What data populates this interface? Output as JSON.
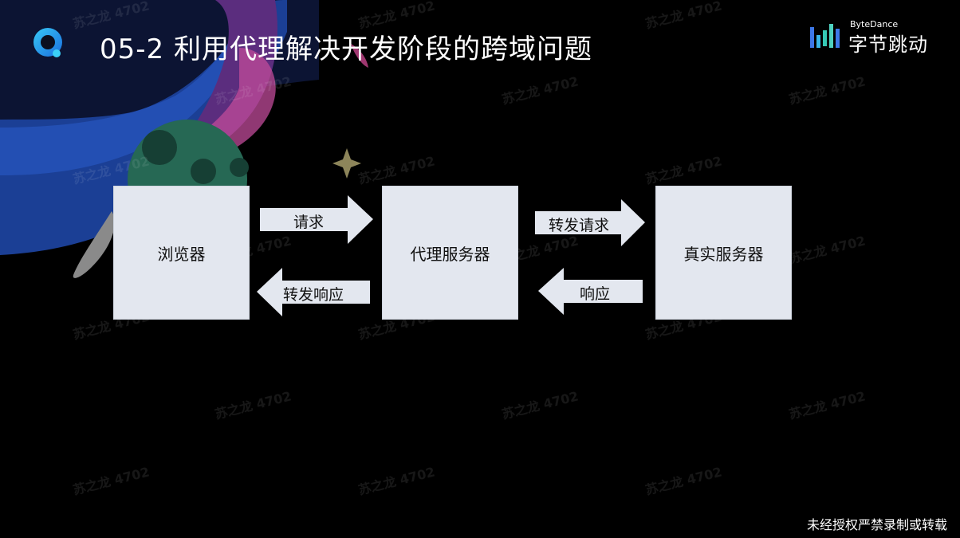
{
  "header": {
    "title": "05-2 利用代理解决开发阶段的跨域问题",
    "brand_en": "ByteDance",
    "brand_cn": "字节跳动"
  },
  "diagram": {
    "nodes": {
      "browser": "浏览器",
      "proxy": "代理服务器",
      "real": "真实服务器"
    },
    "edges": {
      "browser_to_proxy": "请求",
      "proxy_to_browser": "转发响应",
      "proxy_to_real": "转发请求",
      "real_to_proxy": "响应"
    }
  },
  "watermark": "苏之龙 4702",
  "footer": "未经授权严禁录制或转载",
  "colors": {
    "background": "#000000",
    "box_fill": "#e3e7ef",
    "title_text": "#ffffff"
  }
}
